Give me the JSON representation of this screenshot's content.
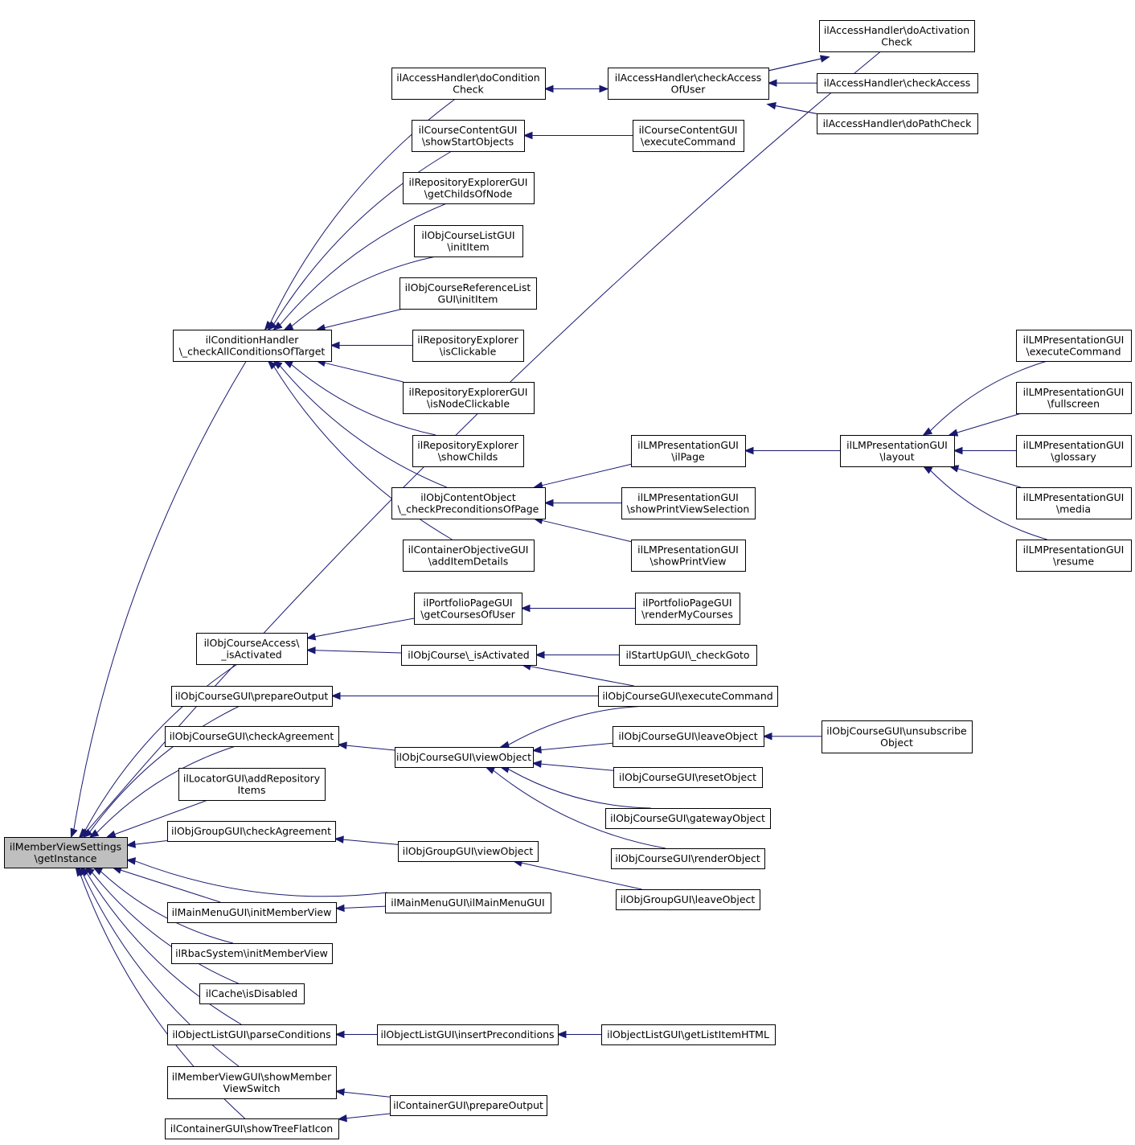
{
  "diagram": {
    "type": "call-graph",
    "nodes": [
      {
        "id": "root",
        "lines": [
          "ilMemberViewSettings",
          "\\getInstance"
        ],
        "highlighted": true
      },
      {
        "id": "doActivationCheck",
        "lines": [
          "ilAccessHandler\\doActivation",
          "Check"
        ]
      },
      {
        "id": "doConditionCheck",
        "lines": [
          "ilAccessHandler\\doCondition",
          "Check"
        ]
      },
      {
        "id": "checkAccessOfUser",
        "lines": [
          "ilAccessHandler\\checkAccess",
          "OfUser"
        ]
      },
      {
        "id": "checkAccess",
        "lines": [
          "ilAccessHandler\\checkAccess"
        ]
      },
      {
        "id": "doPathCheck",
        "lines": [
          "ilAccessHandler\\doPathCheck"
        ]
      },
      {
        "id": "showStartObjects",
        "lines": [
          "ilCourseContentGUI",
          "\\showStartObjects"
        ]
      },
      {
        "id": "ccExecuteCommand",
        "lines": [
          "ilCourseContentGUI",
          "\\executeCommand"
        ]
      },
      {
        "id": "getChildsOfNode",
        "lines": [
          "ilRepositoryExplorerGUI",
          "\\getChildsOfNode"
        ]
      },
      {
        "id": "courseListInitItem",
        "lines": [
          "ilObjCourseListGUI",
          "\\initItem"
        ]
      },
      {
        "id": "courseRefInitItem",
        "lines": [
          "ilObjCourseReferenceList",
          "GUI\\initItem"
        ]
      },
      {
        "id": "conditionHandler",
        "lines": [
          "ilConditionHandler",
          "\\_checkAllConditionsOfTarget"
        ]
      },
      {
        "id": "isClickable",
        "lines": [
          "ilRepositoryExplorer",
          "\\isClickable"
        ]
      },
      {
        "id": "isNodeClickable",
        "lines": [
          "ilRepositoryExplorerGUI",
          "\\isNodeClickable"
        ]
      },
      {
        "id": "showChilds",
        "lines": [
          "ilRepositoryExplorer",
          "\\showChilds"
        ]
      },
      {
        "id": "checkPreconditionsOfPage",
        "lines": [
          "ilObjContentObject",
          "\\_checkPreconditionsOfPage"
        ]
      },
      {
        "id": "addItemDetails",
        "lines": [
          "ilContainerObjectiveGUI",
          "\\addItemDetails"
        ]
      },
      {
        "id": "ilPage",
        "lines": [
          "ilLMPresentationGUI",
          "\\ilPage"
        ]
      },
      {
        "id": "showPrintViewSelection",
        "lines": [
          "ilLMPresentationGUI",
          "\\showPrintViewSelection"
        ]
      },
      {
        "id": "showPrintView",
        "lines": [
          "ilLMPresentationGUI",
          "\\showPrintView"
        ]
      },
      {
        "id": "layout",
        "lines": [
          "ilLMPresentationGUI",
          "\\layout"
        ]
      },
      {
        "id": "lmExecuteCommand",
        "lines": [
          "ilLMPresentationGUI",
          "\\executeCommand"
        ]
      },
      {
        "id": "fullscreen",
        "lines": [
          "ilLMPresentationGUI",
          "\\fullscreen"
        ]
      },
      {
        "id": "glossary",
        "lines": [
          "ilLMPresentationGUI",
          "\\glossary"
        ]
      },
      {
        "id": "media",
        "lines": [
          "ilLMPresentationGUI",
          "\\media"
        ]
      },
      {
        "id": "resume",
        "lines": [
          "ilLMPresentationGUI",
          "\\resume"
        ]
      },
      {
        "id": "getCoursesOfUser",
        "lines": [
          "ilPortfolioPageGUI",
          "\\getCoursesOfUser"
        ]
      },
      {
        "id": "renderMyCourses",
        "lines": [
          "ilPortfolioPageGUI",
          "\\renderMyCourses"
        ]
      },
      {
        "id": "courseAccessIsActivated",
        "lines": [
          "ilObjCourseAccess\\",
          "_isActivated"
        ]
      },
      {
        "id": "courseIsActivated",
        "lines": [
          "ilObjCourse\\_isActivated"
        ]
      },
      {
        "id": "checkGoto",
        "lines": [
          "ilStartUpGUI\\_checkGoto"
        ]
      },
      {
        "id": "prepareOutputCourse",
        "lines": [
          "ilObjCourseGUI\\prepareOutput"
        ]
      },
      {
        "id": "courseExecuteCommand",
        "lines": [
          "ilObjCourseGUI\\executeCommand"
        ]
      },
      {
        "id": "courseCheckAgreement",
        "lines": [
          "ilObjCourseGUI\\checkAgreement"
        ]
      },
      {
        "id": "courseViewObject",
        "lines": [
          "ilObjCourseGUI\\viewObject"
        ]
      },
      {
        "id": "leaveObject",
        "lines": [
          "ilObjCourseGUI\\leaveObject"
        ]
      },
      {
        "id": "unsubscribeObject",
        "lines": [
          "ilObjCourseGUI\\unsubscribe",
          "Object"
        ]
      },
      {
        "id": "resetObject",
        "lines": [
          "ilObjCourseGUI\\resetObject"
        ]
      },
      {
        "id": "gatewayObject",
        "lines": [
          "ilObjCourseGUI\\gatewayObject"
        ]
      },
      {
        "id": "renderObject",
        "lines": [
          "ilObjCourseGUI\\renderObject"
        ]
      },
      {
        "id": "addRepositoryItems",
        "lines": [
          "ilLocatorGUI\\addRepository",
          "Items"
        ]
      },
      {
        "id": "groupCheckAgreement",
        "lines": [
          "ilObjGroupGUI\\checkAgreement"
        ]
      },
      {
        "id": "groupViewObject",
        "lines": [
          "ilObjGroupGUI\\viewObject"
        ]
      },
      {
        "id": "groupLeaveObject",
        "lines": [
          "ilObjGroupGUI\\leaveObject"
        ]
      },
      {
        "id": "mainMenuInitMemberView",
        "lines": [
          "ilMainMenuGUI\\initMemberView"
        ]
      },
      {
        "id": "mainMenuCtor",
        "lines": [
          "ilMainMenuGUI\\ilMainMenuGUI"
        ]
      },
      {
        "id": "rbacInitMemberView",
        "lines": [
          "ilRbacSystem\\initMemberView"
        ]
      },
      {
        "id": "cacheIsDisabled",
        "lines": [
          "ilCache\\isDisabled"
        ]
      },
      {
        "id": "parseConditions",
        "lines": [
          "ilObjectListGUI\\parseConditions"
        ]
      },
      {
        "id": "insertPreconditions",
        "lines": [
          "ilObjectListGUI\\insertPreconditions"
        ]
      },
      {
        "id": "getListItemHTML",
        "lines": [
          "ilObjectListGUI\\getListItemHTML"
        ]
      },
      {
        "id": "showMemberViewSwitch",
        "lines": [
          "ilMemberViewGUI\\showMember",
          "ViewSwitch"
        ]
      },
      {
        "id": "containerPrepareOutput",
        "lines": [
          "ilContainerGUI\\prepareOutput"
        ]
      },
      {
        "id": "showTreeFlatIcon",
        "lines": [
          "ilContainerGUI\\showTreeFlatIcon"
        ]
      }
    ],
    "edges": [
      [
        "doActivationCheck",
        "root"
      ],
      [
        "conditionHandler",
        "root"
      ],
      [
        "courseAccessIsActivated",
        "root"
      ],
      [
        "prepareOutputCourse",
        "root"
      ],
      [
        "courseCheckAgreement",
        "root"
      ],
      [
        "addRepositoryItems",
        "root"
      ],
      [
        "groupCheckAgreement",
        "root"
      ],
      [
        "mainMenuCtor",
        "root"
      ],
      [
        "mainMenuInitMemberView",
        "root"
      ],
      [
        "rbacInitMemberView",
        "root"
      ],
      [
        "cacheIsDisabled",
        "root"
      ],
      [
        "parseConditions",
        "root"
      ],
      [
        "showMemberViewSwitch",
        "root"
      ],
      [
        "showTreeFlatIcon",
        "root"
      ],
      [
        "doConditionCheck",
        "conditionHandler"
      ],
      [
        "showStartObjects",
        "conditionHandler"
      ],
      [
        "getChildsOfNode",
        "conditionHandler"
      ],
      [
        "courseListInitItem",
        "conditionHandler"
      ],
      [
        "courseRefInitItem",
        "conditionHandler"
      ],
      [
        "isClickable",
        "conditionHandler"
      ],
      [
        "isNodeClickable",
        "conditionHandler"
      ],
      [
        "showChilds",
        "conditionHandler"
      ],
      [
        "checkPreconditionsOfPage",
        "conditionHandler"
      ],
      [
        "addItemDetails",
        "conditionHandler"
      ],
      [
        "checkAccessOfUser",
        "doConditionCheck"
      ],
      [
        "doConditionCheck",
        "checkAccessOfUser"
      ],
      [
        "doActivationCheck",
        "checkAccessOfUser"
      ],
      [
        "checkAccessOfUser",
        "doActivationCheck"
      ],
      [
        "checkAccess",
        "checkAccessOfUser"
      ],
      [
        "doPathCheck",
        "checkAccessOfUser"
      ],
      [
        "checkAccessOfUser",
        "doPathCheck"
      ],
      [
        "ccExecuteCommand",
        "showStartObjects"
      ],
      [
        "ilPage",
        "checkPreconditionsOfPage"
      ],
      [
        "showPrintViewSelection",
        "checkPreconditionsOfPage"
      ],
      [
        "showPrintView",
        "checkPreconditionsOfPage"
      ],
      [
        "layout",
        "ilPage"
      ],
      [
        "lmExecuteCommand",
        "layout"
      ],
      [
        "fullscreen",
        "layout"
      ],
      [
        "glossary",
        "layout"
      ],
      [
        "media",
        "layout"
      ],
      [
        "resume",
        "layout"
      ],
      [
        "getCoursesOfUser",
        "courseAccessIsActivated"
      ],
      [
        "courseIsActivated",
        "courseAccessIsActivated"
      ],
      [
        "renderMyCourses",
        "getCoursesOfUser"
      ],
      [
        "checkGoto",
        "courseIsActivated"
      ],
      [
        "courseExecuteCommand",
        "courseIsActivated"
      ],
      [
        "courseExecuteCommand",
        "prepareOutputCourse"
      ],
      [
        "courseViewObject",
        "courseCheckAgreement"
      ],
      [
        "courseExecuteCommand",
        "courseViewObject"
      ],
      [
        "leaveObject",
        "courseViewObject"
      ],
      [
        "resetObject",
        "courseViewObject"
      ],
      [
        "gatewayObject",
        "courseViewObject"
      ],
      [
        "renderObject",
        "courseViewObject"
      ],
      [
        "unsubscribeObject",
        "leaveObject"
      ],
      [
        "groupViewObject",
        "groupCheckAgreement"
      ],
      [
        "groupLeaveObject",
        "groupViewObject"
      ],
      [
        "mainMenuCtor",
        "mainMenuInitMemberView"
      ],
      [
        "insertPreconditions",
        "parseConditions"
      ],
      [
        "getListItemHTML",
        "insertPreconditions"
      ],
      [
        "containerPrepareOutput",
        "showMemberViewSwitch"
      ],
      [
        "containerPrepareOutput",
        "showTreeFlatIcon"
      ]
    ]
  }
}
